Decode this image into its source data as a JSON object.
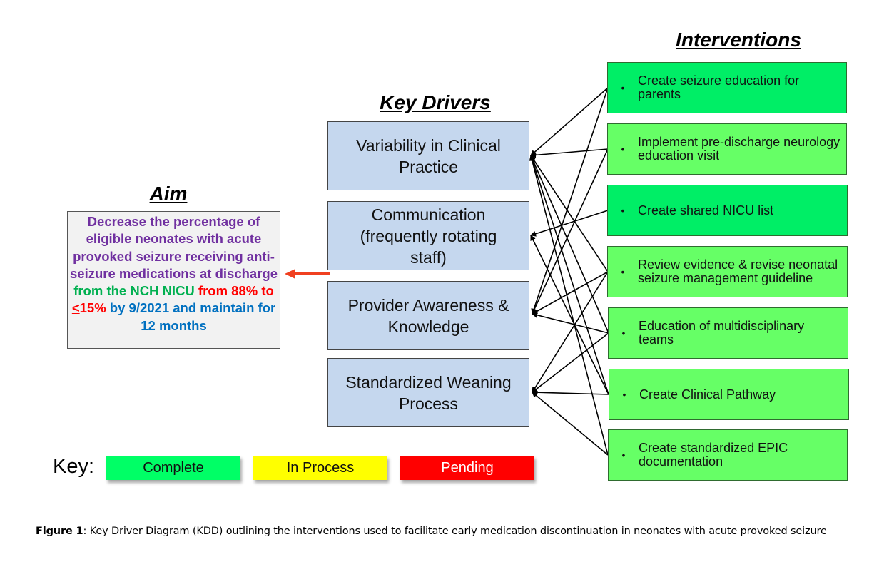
{
  "headings": {
    "aim": "Aim",
    "key_drivers": "Key Drivers",
    "interventions": "Interventions"
  },
  "aim": {
    "segments": [
      {
        "text": "Decrease the percentage of eligible neonates with acute provoked seizure receiving anti-seizure medications at discharge ",
        "color": "#7030a0"
      },
      {
        "text": "from the NCH NICU ",
        "color": "#00b050"
      },
      {
        "text": " from 88% to ",
        "color": "#ff0000"
      },
      {
        "text": "<",
        "color": "#ff0000",
        "underline": true
      },
      {
        "text": "15%",
        "color": "#ff0000"
      },
      {
        "text": " by 9/2021 and maintain for 12 months",
        "color": "#0070c0"
      }
    ]
  },
  "key_drivers": [
    {
      "label": "Variability in Clinical Practice"
    },
    {
      "label": "Communication (frequently rotating staff)"
    },
    {
      "label": "Provider Awareness & Knowledge"
    },
    {
      "label": "Standardized Weaning Process"
    }
  ],
  "interventions": [
    {
      "label": "Create seizure education for parents",
      "status": "complete",
      "color": "#00ee66"
    },
    {
      "label": "Implement pre-discharge neurology education visit",
      "status": "complete",
      "color": "#66ff66"
    },
    {
      "label": "Create shared NICU list",
      "status": "complete",
      "color": "#00ee66"
    },
    {
      "label": "Review evidence & revise neonatal seizure management guideline",
      "status": "complete",
      "color": "#66ff66"
    },
    {
      "label": "Education of multidisciplinary teams",
      "status": "complete",
      "color": "#66ff66"
    },
    {
      "label": "Create Clinical Pathway",
      "status": "complete",
      "color": "#66ff66"
    },
    {
      "label": "Create standardized EPIC documentation",
      "status": "complete",
      "color": "#66ff66"
    }
  ],
  "connections": [
    {
      "from": 0,
      "to": 0
    },
    {
      "from": 1,
      "to": 0
    },
    {
      "from": 2,
      "to": 1
    },
    {
      "from": 0,
      "to": 2
    },
    {
      "from": 1,
      "to": 2
    },
    {
      "from": 3,
      "to": 2
    },
    {
      "from": 4,
      "to": 2
    },
    {
      "from": 3,
      "to": 3
    },
    {
      "from": 4,
      "to": 3
    },
    {
      "from": 5,
      "to": 3
    },
    {
      "from": 3,
      "to": 0
    },
    {
      "from": 4,
      "to": 0
    },
    {
      "from": 5,
      "to": 0
    },
    {
      "from": 6,
      "to": 0
    },
    {
      "from": 5,
      "to": 1
    },
    {
      "from": 6,
      "to": 3
    }
  ],
  "key": {
    "label": "Key:",
    "items": [
      {
        "label": "Complete",
        "color": "#00ff66",
        "text_color": "#111111"
      },
      {
        "label": "In Process",
        "color": "#ffff00",
        "text_color": "#111111"
      },
      {
        "label": "Pending",
        "color": "#ff0000",
        "text_color": "#ffffff"
      }
    ]
  },
  "caption": {
    "bold": "Figure 1",
    "text": ": Key Driver Diagram (KDD) outlining the interventions used to facilitate early medication discontinuation in neonates with acute provoked seizure"
  },
  "colors": {
    "aim_arrow": "#f04020",
    "driver_fill": "#c5d7ee",
    "aim_fill": "#f2f2f2"
  }
}
